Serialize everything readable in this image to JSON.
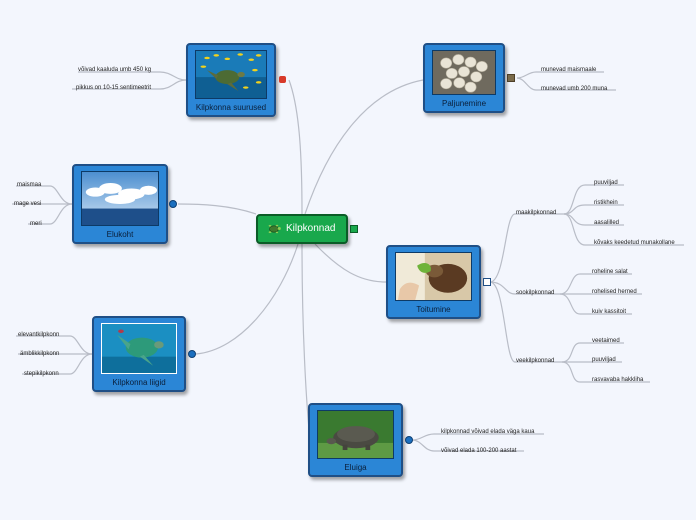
{
  "central": {
    "label": "Kilpkonnad",
    "icon": "turtle-icon"
  },
  "topics": {
    "suurused": {
      "label": "Kilpkonna suurused",
      "leaves": [
        "võivad kaaluda umb 450 kg",
        "pikkus on 10-15 sentimeetrit"
      ]
    },
    "paljunemine": {
      "label": "Paljunemine",
      "leaves": [
        "munevad maismaale",
        "munevad umb 200 muna"
      ]
    },
    "elukoht": {
      "label": "Elukoht",
      "leaves": [
        "maismaa",
        "mage vesi",
        "meri"
      ]
    },
    "toitumine": {
      "label": "Toitumine",
      "groups": [
        {
          "label": "maakilpkonnad",
          "leaves": [
            "puuviljad",
            "ristikhein",
            "aasalilled",
            "kõvaks keedetud munakollane"
          ]
        },
        {
          "label": "sookilpkonnad",
          "leaves": [
            "roheline salat",
            "rohelised herned",
            "kuiv kassitoit"
          ]
        },
        {
          "label": "veekilpkonnad",
          "leaves": [
            "veetaimed",
            "puuviljad",
            "rasvavaba hakkliha"
          ]
        }
      ]
    },
    "liigid": {
      "label": "Kilpkonna liigid",
      "leaves": [
        "elevantkilpkonn",
        "ämblikkilpkonn",
        "stepikilpkonn"
      ]
    },
    "eluiga": {
      "label": "Eluiga",
      "leaves": [
        "kilpkonnad võivad elada väga kaua",
        "võivad elada 100-200 aastat"
      ]
    }
  },
  "colors": {
    "background": "#f3f6fd",
    "topic_fill": "#2b86d6",
    "topic_border": "#1f4f86",
    "central_fill": "#19a84c",
    "link": "#b9bdc7"
  }
}
